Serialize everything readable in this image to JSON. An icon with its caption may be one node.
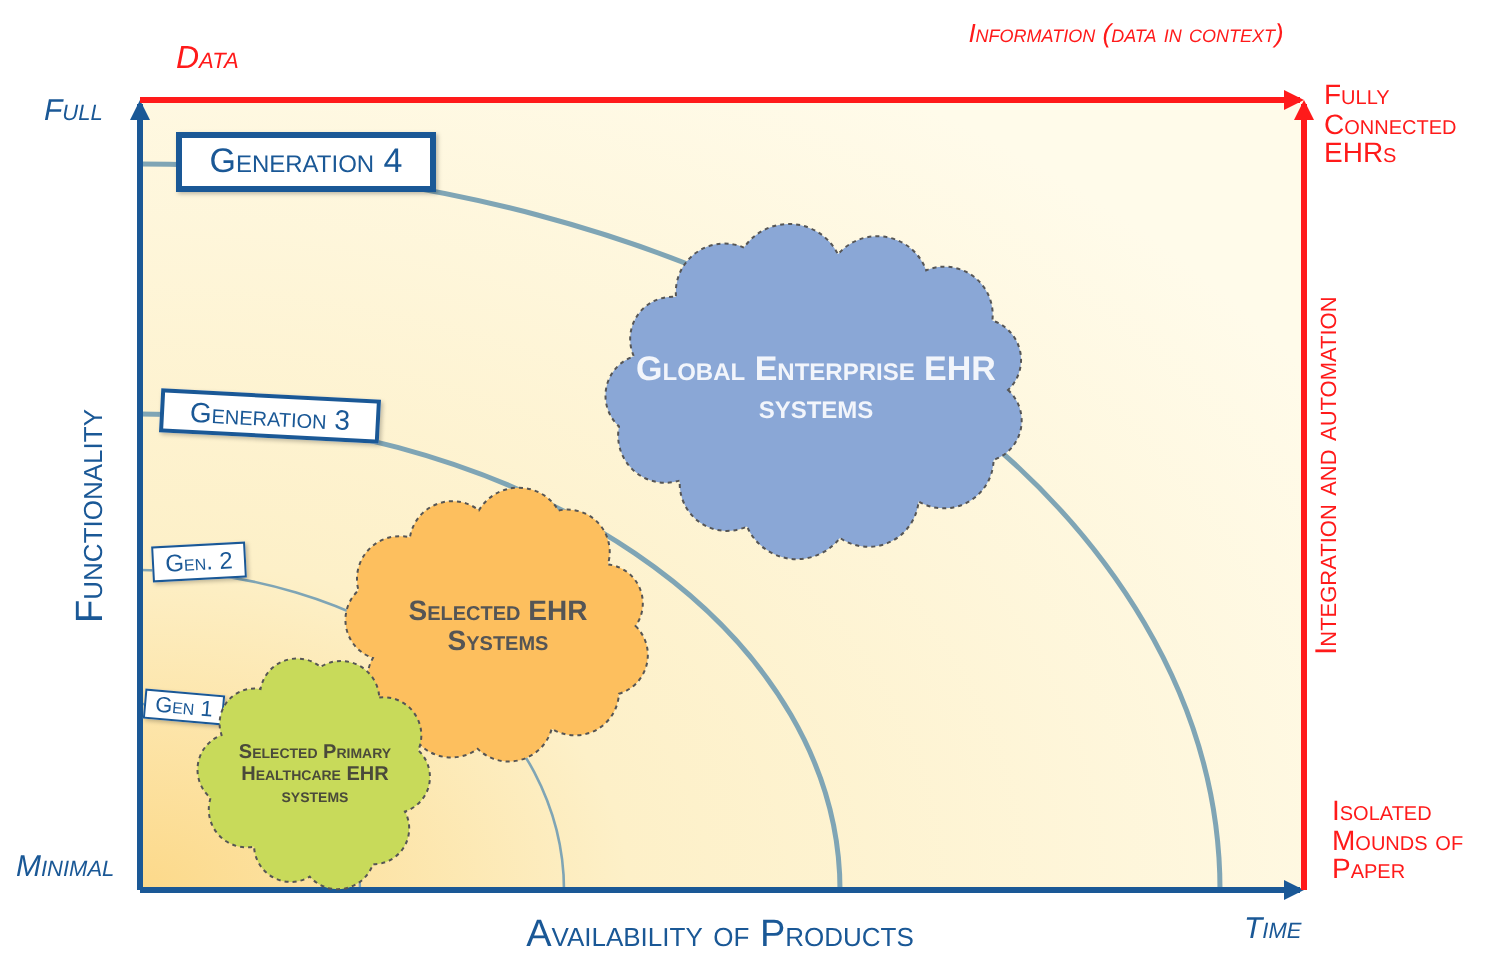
{
  "diagram": {
    "nodes": [
      {
        "text": [
          "Generation 4"
        ]
      },
      {
        "text": [
          "Generation 3"
        ]
      },
      {
        "text": [
          "Gen. 2"
        ]
      },
      {
        "text": [
          "Gen 1"
        ]
      },
      {
        "text": [
          "Global Enterprise EHR systems"
        ]
      },
      {
        "text": [
          "Selected EHR Systems"
        ]
      },
      {
        "text": [
          "Selected Primary Healthcare EHR systems"
        ]
      }
    ],
    "labels": [
      "Data",
      "Information (data in context)",
      "Full",
      "Fully Connected EHRs",
      "Integration and automation",
      "Functionality",
      "Minimal",
      "Isolated Mounds of Paper",
      "Availability of Products",
      "Time"
    ]
  }
}
